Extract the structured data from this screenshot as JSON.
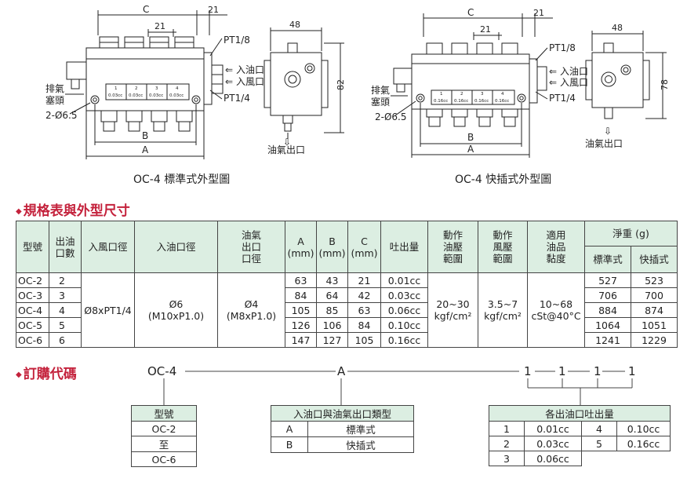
{
  "drawings": {
    "standard": {
      "caption": "OC-4 標準式外型圖",
      "dims": {
        "c": "C",
        "c21": "21",
        "p21": "21",
        "b": "B",
        "a": "A",
        "side_w": "48",
        "side_h": "82"
      },
      "labels": {
        "pt18": "PT1/8",
        "pt14": "PT1/4",
        "oil_in": "入油口",
        "air_in": "入風口",
        "bleed1": "排氣",
        "bleed2": "塞頭",
        "holes": "2-Ø6.5",
        "outlet": "油氣出口"
      },
      "cells": [
        "1",
        "2",
        "3",
        "4"
      ],
      "cell_vals": [
        "0.03cc",
        "0.03cc",
        "0.03cc",
        "0.03cc"
      ]
    },
    "quick": {
      "caption": "OC-4 快插式外型圖",
      "dims": {
        "c": "C",
        "c21": "21",
        "p21": "21",
        "b": "B",
        "a": "A",
        "side_w": "48",
        "side_h": "78"
      },
      "labels": {
        "pt18": "PT1/8",
        "pt14": "PT1/4",
        "oil_in": "入油口",
        "air_in": "入風口",
        "bleed1": "排氣",
        "bleed2": "塞頭",
        "holes": "2-Ø6.5",
        "outlet": "油氣出口"
      },
      "cells": [
        "1",
        "2",
        "3",
        "4"
      ],
      "cell_vals": [
        "0.16cc",
        "0.16cc",
        "0.16cc",
        "0.16cc"
      ]
    }
  },
  "spec_section": {
    "title": "規格表與外型尺寸",
    "headers": {
      "model": "型號",
      "outlets1": "出油",
      "outlets2": "口數",
      "air_port": "入風口徑",
      "oil_port": "入油口徑",
      "out1": "油氣",
      "out2": "出口",
      "out3": "口徑",
      "a1": "A",
      "a2": "(mm)",
      "b1": "B",
      "b2": "(mm)",
      "c1": "C",
      "c2": "(mm)",
      "discharge": "吐出量",
      "op1": "動作",
      "op2": "油壓",
      "op3": "範圍",
      "ap1": "動作",
      "ap2": "風壓",
      "ap3": "範圍",
      "v1": "適用",
      "v2": "油品",
      "v3": "黏度",
      "weight": "淨重 (g)",
      "w_std": "標準式",
      "w_quick": "快插式"
    },
    "merged": {
      "air_port": "Ø8xPT1/4",
      "oil_port1": "Ø6",
      "oil_port2": "(M10xP1.0)",
      "out_port1": "Ø4",
      "out_port2": "(M8xP1.0)",
      "oil_pressure1": "20~30",
      "oil_pressure2": "kgf/cm²",
      "air_pressure1": "3.5~7",
      "air_pressure2": "kgf/cm²",
      "viscosity1": "10~68",
      "viscosity2": "cSt@40°C"
    },
    "rows": [
      {
        "model": "OC-2",
        "outlets": "2",
        "a": "63",
        "b": "43",
        "c": "21",
        "discharge": "0.01cc",
        "w_std": "527",
        "w_quick": "523"
      },
      {
        "model": "OC-3",
        "outlets": "3",
        "a": "84",
        "b": "64",
        "c": "42",
        "discharge": "0.03cc",
        "w_std": "706",
        "w_quick": "700"
      },
      {
        "model": "OC-4",
        "outlets": "4",
        "a": "105",
        "b": "85",
        "c": "63",
        "discharge": "0.06cc",
        "w_std": "884",
        "w_quick": "874"
      },
      {
        "model": "OC-5",
        "outlets": "5",
        "a": "126",
        "b": "106",
        "c": "84",
        "discharge": "0.10cc",
        "w_std": "1064",
        "w_quick": "1051"
      },
      {
        "model": "OC-6",
        "outlets": "6",
        "a": "147",
        "b": "127",
        "c": "105",
        "discharge": "0.16cc",
        "w_std": "1241",
        "w_quick": "1229"
      }
    ]
  },
  "order_section": {
    "title": "訂購代碼",
    "code": {
      "model": "OC-4",
      "type": "A",
      "d1": "1",
      "d2": "1",
      "d3": "1",
      "d4": "1"
    },
    "model_box": {
      "header": "型號",
      "rows": [
        "OC-2",
        "至",
        "OC-6"
      ]
    },
    "type_box": {
      "header": "入油口與油氣出口類型",
      "rows": [
        {
          "k": "A",
          "v": "標準式"
        },
        {
          "k": "B",
          "v": "快插式"
        }
      ]
    },
    "discharge_box": {
      "header": "各出油口吐出量",
      "rows": [
        {
          "k1": "1",
          "v1": "0.01cc",
          "k2": "4",
          "v2": "0.10cc"
        },
        {
          "k1": "2",
          "v1": "0.03cc",
          "k2": "5",
          "v2": "0.16cc"
        },
        {
          "k1": "3",
          "v1": "0.06cc",
          "k2": "",
          "v2": ""
        }
      ]
    }
  }
}
